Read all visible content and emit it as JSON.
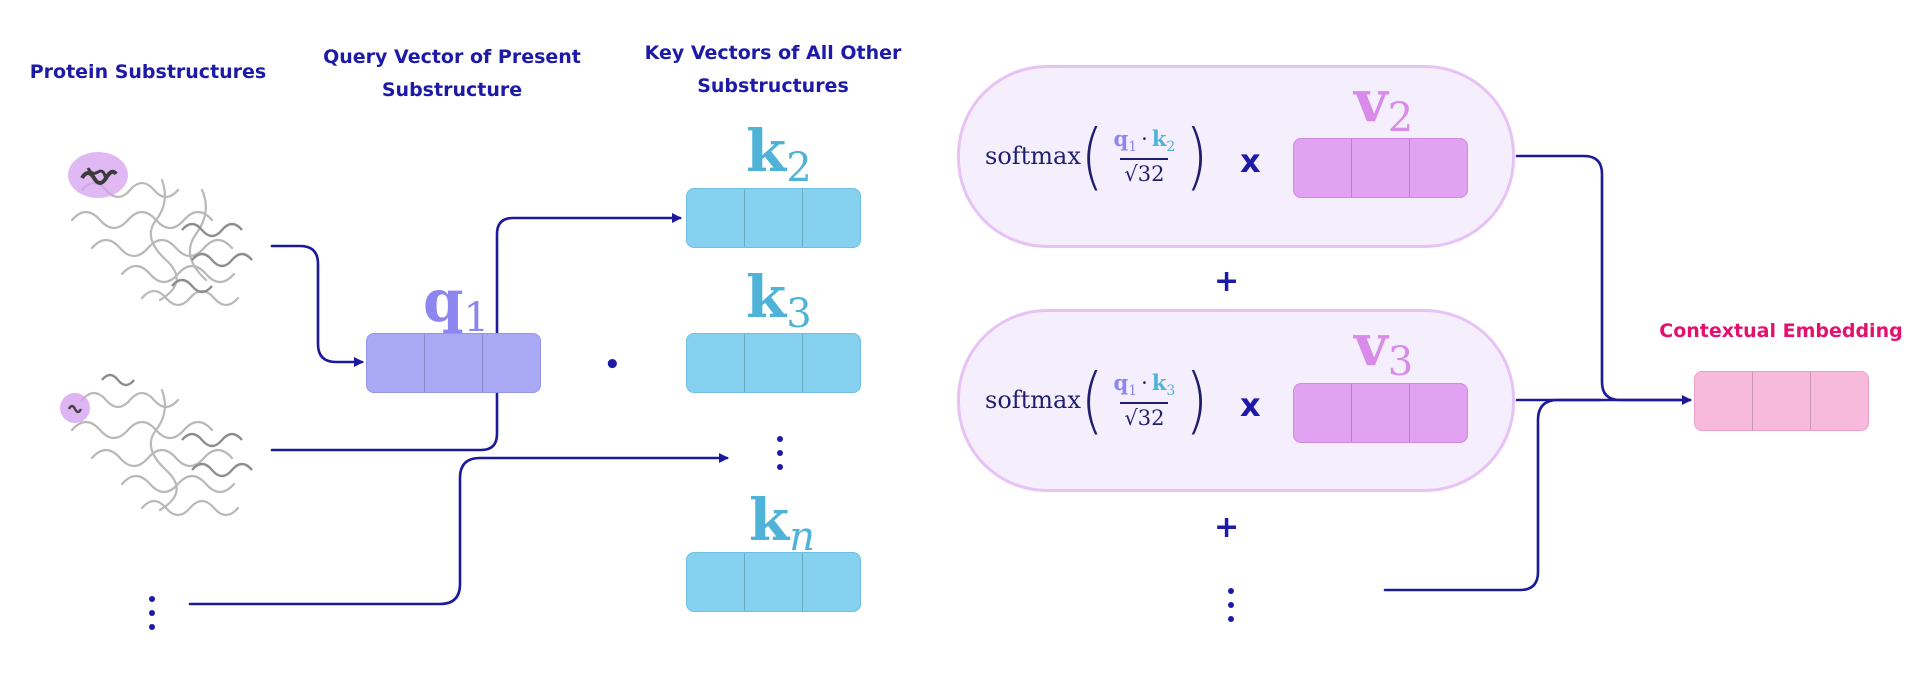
{
  "headers": {
    "protein": "Protein Substructures",
    "query_line1": "Query Vector of Present",
    "query_line2": "Substructure",
    "key_line1": "Key Vectors of All Other",
    "key_line2": "Substructures",
    "output": "Contextual Embedding"
  },
  "symbols": {
    "q": "q",
    "q_sub": "1",
    "k": "k",
    "k2_sub": "2",
    "k3_sub": "3",
    "kn_sub": "n",
    "v": "v",
    "v2_sub": "2",
    "v3_sub": "3"
  },
  "formula1": {
    "fn": "softmax",
    "q": "q",
    "q_sub": "1",
    "dot": "·",
    "k": "k",
    "k_sub": "2",
    "den": "√32"
  },
  "formula2": {
    "fn": "softmax",
    "q": "q",
    "q_sub": "1",
    "dot": "·",
    "k": "k",
    "k_sub": "3",
    "den": "√32"
  },
  "operators": {
    "dot_product": "•",
    "times": "x",
    "plus": "+"
  },
  "colors": {
    "text_navy": "#1e1aa8",
    "arrow": "#1c1a9a",
    "query": "#a9a9f6",
    "key": "#86d1ef",
    "key_symbol": "#4fb3d8",
    "value": "#e2a2f2",
    "value_symbol": "#d88be8",
    "pill_fill": "#f5effd",
    "pill_border": "#e7c2f5",
    "output": "#f7b9dc",
    "output_label": "#e3106e",
    "q_symbol": "#8d86f0"
  },
  "icons": [
    "protein-structure-icon",
    "vertical-ellipsis-icon",
    "arrow-icon"
  ]
}
